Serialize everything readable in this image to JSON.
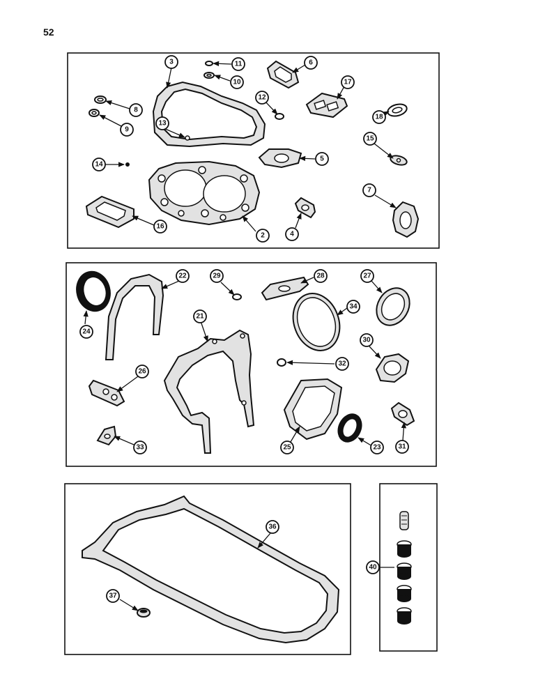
{
  "page_number": "52",
  "callouts": [
    "2",
    "3",
    "4",
    "5",
    "6",
    "7",
    "8",
    "9",
    "10",
    "11",
    "12",
    "13",
    "14",
    "15",
    "16",
    "17",
    "18",
    "21",
    "22",
    "23",
    "24",
    "25",
    "26",
    "27",
    "28",
    "29",
    "30",
    "31",
    "32",
    "33",
    "34",
    "36",
    "37",
    "40"
  ]
}
